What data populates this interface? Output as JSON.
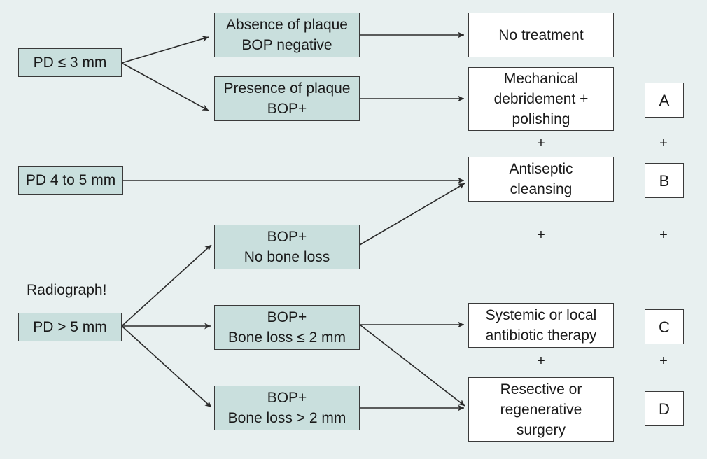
{
  "diagram": {
    "nodes": {
      "pd_le3": "PD ≤ 3 mm",
      "pd_4to5": "PD 4 to 5 mm",
      "pd_gt5": "PD > 5 mm",
      "absence_plaque": "Absence of plaque\nBOP negative",
      "presence_plaque": "Presence of plaque\nBOP+",
      "bop_no_bone_loss": "BOP+\nNo bone loss",
      "bop_bone_loss_le2": "BOP+\nBone loss ≤ 2 mm",
      "bop_bone_loss_gt2": "BOP+\nBone loss > 2 mm",
      "no_treatment": "No treatment",
      "mechanical_debridement": "Mechanical\ndebridement +\npolishing",
      "antiseptic_cleansing": "Antiseptic\ncleansing",
      "antibiotic_therapy": "Systemic or local\nantibiotic therapy",
      "surgery": "Resective or\nregenerative\nsurgery",
      "letter_a": "A",
      "letter_b": "B",
      "letter_c": "C",
      "letter_d": "D"
    },
    "radiograph_note": "Radiograph!",
    "plus_sign": "+",
    "edges": [
      [
        "pd_le3",
        "absence_plaque"
      ],
      [
        "pd_le3",
        "presence_plaque"
      ],
      [
        "absence_plaque",
        "no_treatment"
      ],
      [
        "presence_plaque",
        "mechanical_debridement"
      ],
      [
        "pd_4to5",
        "antiseptic_cleansing"
      ],
      [
        "bop_no_bone_loss",
        "antiseptic_cleansing"
      ],
      [
        "pd_gt5",
        "bop_no_bone_loss"
      ],
      [
        "pd_gt5",
        "bop_bone_loss_le2"
      ],
      [
        "pd_gt5",
        "bop_bone_loss_gt2"
      ],
      [
        "bop_bone_loss_le2",
        "antibiotic_therapy"
      ],
      [
        "bop_bone_loss_le2",
        "surgery"
      ],
      [
        "bop_bone_loss_gt2",
        "surgery"
      ]
    ],
    "colors": {
      "background": "#e8f0f0",
      "condition_fill": "#c9dfdd",
      "outcome_fill": "#ffffff",
      "stroke": "#3a3a3a"
    }
  }
}
